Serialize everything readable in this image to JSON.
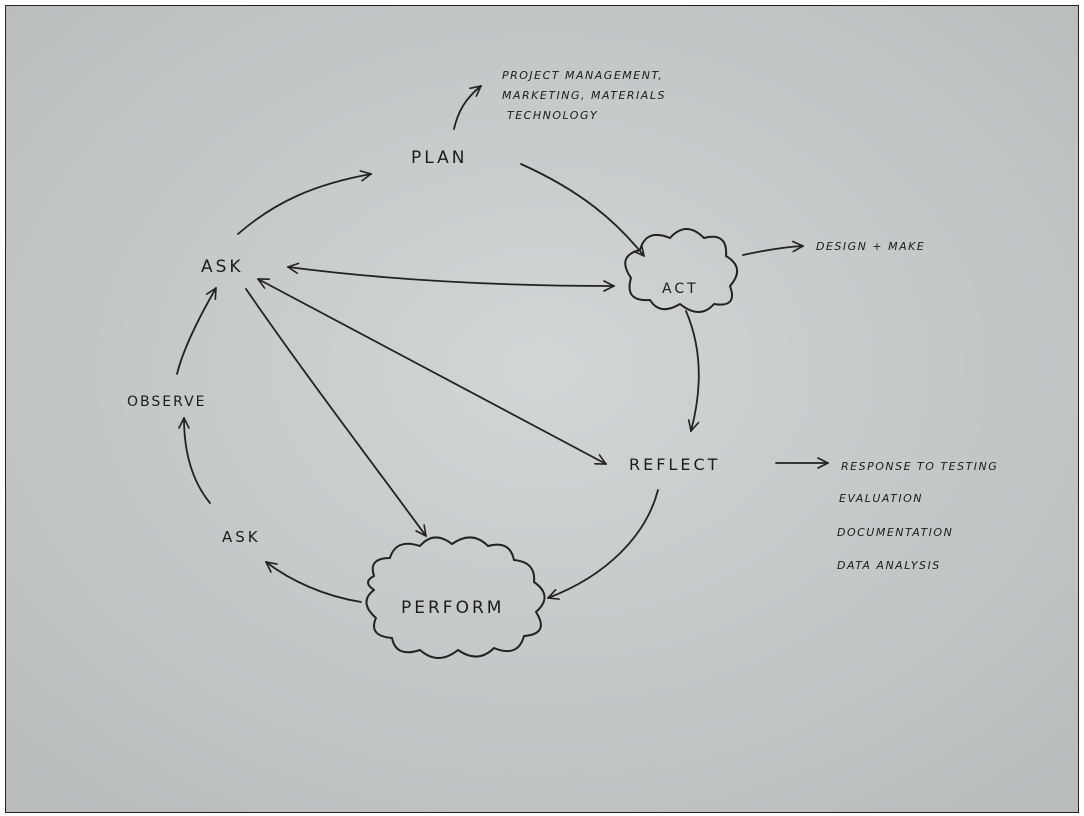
{
  "nodes": {
    "plan": "PLAN",
    "ask_top": "ASK",
    "act": "ACT",
    "observe": "OBSERVE",
    "reflect": "REFLECT",
    "ask_bottom": "ASK",
    "perform": "PERFORM"
  },
  "notes": {
    "plan": [
      "PROJECT MANAGEMENT,",
      "MARKETING, MATERIALS",
      "TECHNOLOGY"
    ],
    "act": "DESIGN + MAKE",
    "reflect": [
      "RESPONSE TO TESTING",
      "EVALUATION",
      "DOCUMENTATION",
      "DATA ANALYSIS"
    ]
  }
}
